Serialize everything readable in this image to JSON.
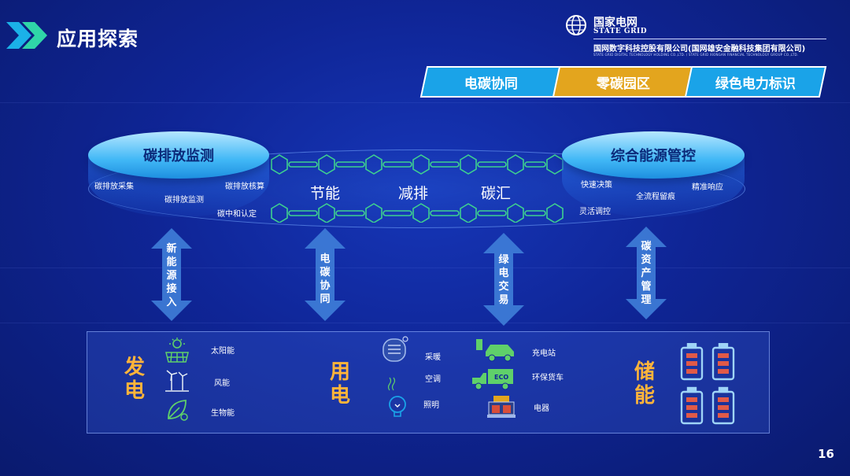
{
  "header": {
    "title": "应用探索",
    "logo_cn": "国家电网",
    "logo_en": "STATE GRID",
    "company": "国网数字科技控股有限公司(国网雄安金融科技集团有限公司)",
    "company_en": "STATE GRID DIGITAL TECHNOLOGY HOLDING CO.,LTD. / STATE GRID XIONGAN FINANCIAL TECHNOLOGY GROUP CO.,LTD."
  },
  "tabs": [
    {
      "label": "电碳协同",
      "color": "#1aa3e8"
    },
    {
      "label": "零碳园区",
      "color": "#e3a51e"
    },
    {
      "label": "绿色电力标识",
      "color": "#1aa3e8"
    }
  ],
  "platform": {
    "left_title": "碳排放监测",
    "left_items": [
      "碳排放采集",
      "碳排放核算",
      "碳排放监测",
      "碳中和认定"
    ],
    "center_items": [
      "节能",
      "减排",
      "碳汇"
    ],
    "right_title": "综合能源管控",
    "right_items": [
      "快速决策",
      "精准响应",
      "全流程留痕",
      "灵活调控"
    ]
  },
  "arrows": [
    {
      "label": "新能源接入"
    },
    {
      "label": "电碳协同"
    },
    {
      "label": "绿电交易"
    },
    {
      "label": "碳资产管理"
    }
  ],
  "bottom": {
    "generation": {
      "title": "发电",
      "items": [
        "太阳能",
        "风能",
        "生物能"
      ]
    },
    "consumption": {
      "title": "用电",
      "items": [
        "采暖",
        "空调",
        "照明"
      ],
      "right_items": [
        "充电站",
        "环保货车",
        "电器"
      ]
    },
    "storage": {
      "title": "储能"
    }
  },
  "page_number": "16",
  "colors": {
    "accent_orange": "#ffb43a",
    "accent_blue": "#1aa3e8",
    "icon_green": "#5fd06a"
  }
}
